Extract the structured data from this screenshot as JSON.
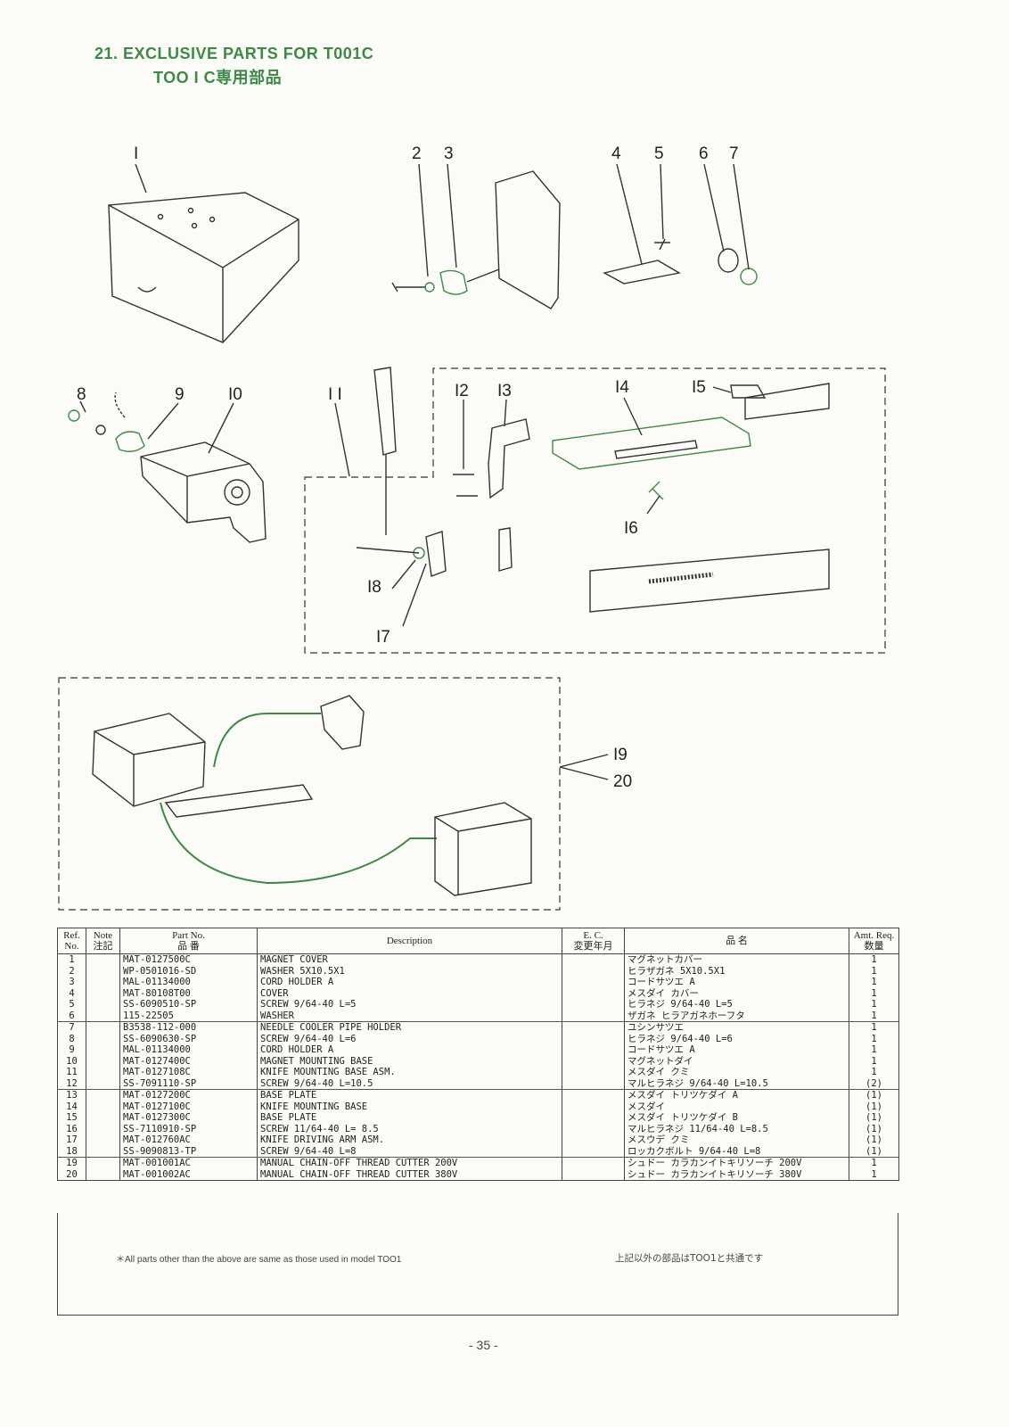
{
  "header": {
    "title_en": "21.  EXCLUSIVE PARTS FOR T001C",
    "title_jp": "TOO I C専用部品"
  },
  "callouts": [
    "I",
    "2",
    "3",
    "4",
    "5",
    "6",
    "7",
    "8",
    "9",
    "I0",
    "I I",
    "I2",
    "I3",
    "I4",
    "I5",
    "I6",
    "I7",
    "I8",
    "I9",
    "20"
  ],
  "table": {
    "headers": {
      "ref": "Ref. No.",
      "note": "Note 注記",
      "part_no": "Part No.",
      "part_no_jp": "品 番",
      "description": "Description",
      "ec": "E. C.",
      "ec_jp": "変更年月",
      "name_jp": "品 名",
      "amt": "Amt. Req.",
      "amt_jp": "数量"
    },
    "rows": [
      {
        "ref": "1",
        "note": "",
        "part": "MAT-0127500C",
        "desc": "MAGNET COVER",
        "ec": "",
        "jp": "マグネットカバー",
        "amt": "1"
      },
      {
        "ref": "2",
        "note": "",
        "part": "WP-0501016-SD",
        "desc": "WASHER 5X10.5X1",
        "ec": "",
        "jp": "ヒラザガネ 5X10.5X1",
        "amt": "1"
      },
      {
        "ref": "3",
        "note": "",
        "part": "MAL-01134000",
        "desc": "CORD HOLDER A",
        "ec": "",
        "jp": "コードサツエ A",
        "amt": "1"
      },
      {
        "ref": "4",
        "note": "",
        "part": "MAT-80108T00",
        "desc": "COVER",
        "ec": "",
        "jp": "メスダイ カバー",
        "amt": "1"
      },
      {
        "ref": "5",
        "note": "",
        "part": "SS-6090510-SP",
        "desc": "SCREW 9/64-40 L=5",
        "ec": "",
        "jp": "ヒラネジ 9/64-40 L=5",
        "amt": "1"
      },
      {
        "ref": "6",
        "note": "",
        "part": "115-22505",
        "desc": "WASHER",
        "ec": "",
        "jp": "ザガネ ヒラアガネホーフタ",
        "amt": "1"
      },
      {
        "ref": "7",
        "note": "",
        "part": "B3538-112-000",
        "desc": "NEEDLE COOLER PIPE HOLDER",
        "ec": "",
        "jp": "ユシンサツエ",
        "amt": "1"
      },
      {
        "ref": "8",
        "note": "",
        "part": "SS-6090630-SP",
        "desc": "SCREW 9/64-40 L=6",
        "ec": "",
        "jp": "ヒラネジ 9/64-40 L=6",
        "amt": "1"
      },
      {
        "ref": "9",
        "note": "",
        "part": "MAL-01134000",
        "desc": "CORD HOLDER A",
        "ec": "",
        "jp": "コードサツエ A",
        "amt": "1"
      },
      {
        "ref": "10",
        "note": "",
        "part": "MAT-0127400C",
        "desc": "MAGNET MOUNTING BASE",
        "ec": "",
        "jp": "マグネットダイ",
        "amt": "1"
      },
      {
        "ref": "11",
        "note": "",
        "part": "MAT-0127108C",
        "desc": "KNIFE MOUNTING BASE ASM.",
        "ec": "",
        "jp": "メスダイ クミ",
        "amt": "1"
      },
      {
        "ref": "12",
        "note": "",
        "part": "SS-7091110-SP",
        "desc": "SCREW 9/64-40 L=10.5",
        "ec": "",
        "jp": "マルヒラネジ 9/64-40 L=10.5",
        "amt": "(2)"
      },
      {
        "ref": "13",
        "note": "",
        "part": "MAT-0127200C",
        "desc": "BASE PLATE",
        "ec": "",
        "jp": "メスダイ トリツケダイ A",
        "amt": "(1)"
      },
      {
        "ref": "14",
        "note": "",
        "part": "MAT-0127100C",
        "desc": "KNIFE MOUNTING BASE",
        "ec": "",
        "jp": "メスダイ",
        "amt": "(1)"
      },
      {
        "ref": "15",
        "note": "",
        "part": "MAT-0127300C",
        "desc": "BASE PLATE",
        "ec": "",
        "jp": "メスダイ トリツケダイ B",
        "amt": "(1)"
      },
      {
        "ref": "16",
        "note": "",
        "part": "SS-7110910-SP",
        "desc": "SCREW 11/64-40 L= 8.5",
        "ec": "",
        "jp": "マルヒラネジ 11/64-40 L=8.5",
        "amt": "(1)"
      },
      {
        "ref": "17",
        "note": "",
        "part": "MAT-012760AC",
        "desc": "KNIFE DRIVING ARM ASM.",
        "ec": "",
        "jp": "メスウデ クミ",
        "amt": "(1)"
      },
      {
        "ref": "18",
        "note": "",
        "part": "SS-9090813-TP",
        "desc": "SCREW 9/64-40 L=8",
        "ec": "",
        "jp": "ロッカクボルト 9/64-40 L=8",
        "amt": "(1)"
      },
      {
        "ref": "19",
        "note": "",
        "part": "MAT-001001AC",
        "desc": "MANUAL CHAIN-OFF THREAD CUTTER 200V",
        "ec": "",
        "jp": "シュドー カラカンイトキリソーチ 200V",
        "amt": "1"
      },
      {
        "ref": "20",
        "note": "",
        "part": "MAT-001002AC",
        "desc": "MANUAL CHAIN-OFF THREAD CUTTER 380V",
        "ec": "",
        "jp": "シュドー カラカンイトキリソーチ 380V",
        "amt": "1"
      }
    ]
  },
  "footnote": {
    "en": "＊All parts other than the above are same as those used in model TOO1",
    "jp": "上記以外の部品はTOO1と共通です"
  },
  "page_number": "- 35 -"
}
